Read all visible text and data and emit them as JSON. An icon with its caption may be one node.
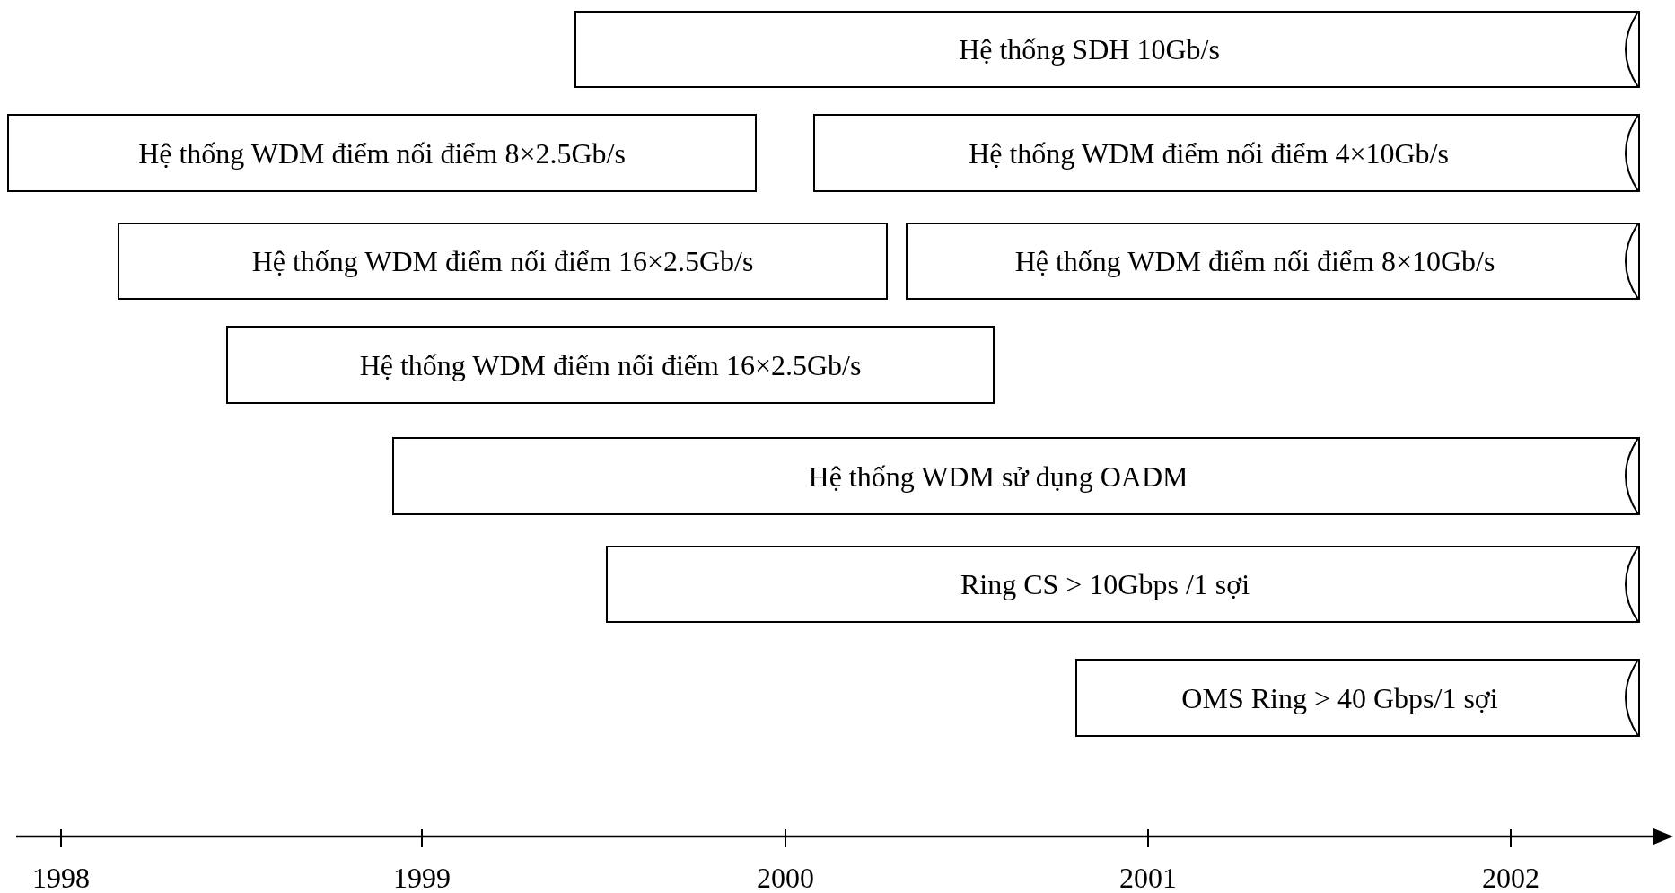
{
  "diagram": {
    "nodes": [
      {
        "text": [
          "Hệ thống SDH 10Gb/s"
        ]
      },
      {
        "text": [
          "Hệ thống WDM điểm nối điểm 8×2.5Gb/s"
        ]
      },
      {
        "text": [
          "Hệ thống WDM điểm nối điểm 4×10Gb/s"
        ]
      },
      {
        "text": [
          "Hệ thống WDM điểm nối điểm 16×2.5Gb/s"
        ]
      },
      {
        "text": [
          "Hệ thống WDM điểm nối điểm 8×10Gb/s"
        ]
      },
      {
        "text": [
          "Hệ thống WDM điểm nối điểm 16×2.5Gb/s"
        ]
      },
      {
        "text": [
          "Hệ thống WDM sử dụng OADM"
        ]
      },
      {
        "text": [
          "Ring CS > 10Gbps /1 sợi"
        ]
      },
      {
        "text": [
          "OMS Ring > 40 Gbps/1 sợi"
        ]
      }
    ],
    "edges": [],
    "labels": [
      "1998",
      "1999",
      "2000",
      "2001",
      "2002"
    ]
  }
}
